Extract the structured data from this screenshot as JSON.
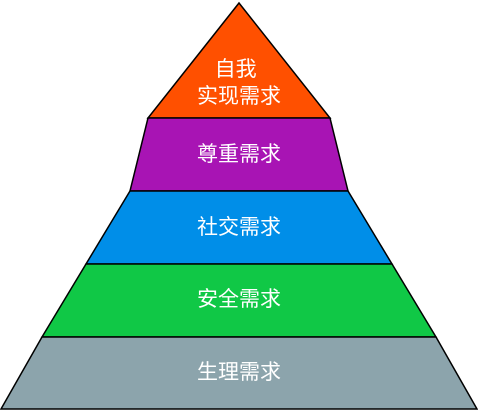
{
  "diagram": {
    "levels": [
      {
        "lines": [
          "自我",
          "实现需求"
        ],
        "color": "#ff5000"
      },
      {
        "lines": [
          "尊重需求"
        ],
        "color": "#a814b4"
      },
      {
        "lines": [
          "社交需求"
        ],
        "color": "#008ee8"
      },
      {
        "lines": [
          "安全需求"
        ],
        "color": "#10c846"
      },
      {
        "lines": [
          "生理需求"
        ],
        "color": "#8ca4ac"
      }
    ]
  }
}
